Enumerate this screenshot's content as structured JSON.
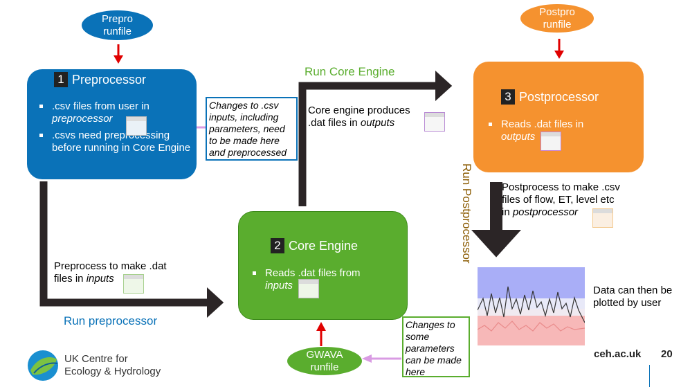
{
  "prepro_runfile": "Prepro\nrunfile",
  "postpro_runfile": "Postpro\nrunfile",
  "gwava_runfile": "GWAVA\nrunfile",
  "preprocessor": {
    "number": "1",
    "title": "Preprocessor",
    "bullet1_a": ".csv files from user in",
    "bullet1_b": "preprocessor",
    "bullet2": ".csvs need preprocessing before running in Core Engine"
  },
  "core_engine": {
    "number": "2",
    "title": "Core Engine",
    "bullet_a": "Reads .dat files from",
    "bullet_b": "inputs"
  },
  "postprocessor": {
    "number": "3",
    "title": "Postprocessor",
    "bullet_a": "Reads .dat files in",
    "bullet_b": "outputs"
  },
  "note_csv_changes": "Changes to .csv inputs, including parameters, need to be made here and preprocessed",
  "note_param_changes": "Changes to some parameters can be made here",
  "core_output_a": "Core engine produces",
  "core_output_b": ".dat files in ",
  "core_output_c": "outputs",
  "prep_make_a": "Preprocess to make .dat",
  "prep_make_b": "files in ",
  "prep_make_c": "inputs",
  "post_make_a": "Postprocess to make .csv",
  "post_make_b": "files of flow, ET, level etc",
  "post_make_c": "in ",
  "post_make_d": "postprocessor",
  "plot_text": "Data can then be plotted by user",
  "run_core_engine": "Run Core Engine",
  "run_preprocessor": "Run preprocessor",
  "run_postprocessor": "Run Postprocessor",
  "logo_line1": "UK Centre for",
  "logo_line2": "Ecology & Hydrology",
  "website": "ceh.ac.uk",
  "page_number": "20",
  "colors": {
    "preprocessor_blue": "#0a72b8",
    "core_green": "#5aad2e",
    "postprocessor_orange": "#f5922f",
    "arrow_dark": "#2b2526",
    "arrow_red": "#e00000",
    "arrow_lilac": "#d99be3",
    "run_core_label": "#5aad2e",
    "run_pre_label": "#0a72b8",
    "run_post_label": "#8a5a00"
  }
}
